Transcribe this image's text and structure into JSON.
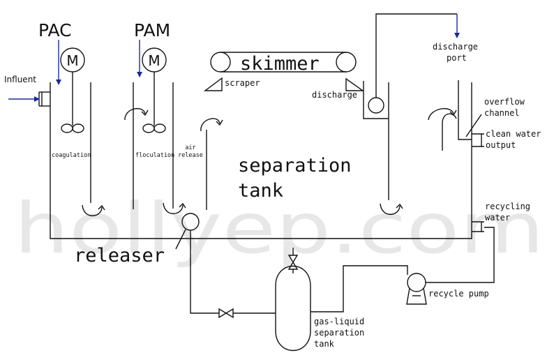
{
  "labels": {
    "pac": "PAC",
    "pam": "PAM",
    "motor": "M",
    "influent": "Influent",
    "skimmer": "skimmer",
    "scraper": "scraper",
    "discharge": "discharge",
    "discharge_port_1": "discharge",
    "discharge_port_2": "port",
    "coagulation": "coagulation",
    "floculation": "floculation",
    "air_release_1": "air",
    "air_release_2": "release",
    "separation_1": "separation",
    "separation_2": "tank",
    "overflow_1": "overflow",
    "overflow_2": "channel",
    "clean_water_1": "clean water",
    "clean_water_2": "output",
    "recycling_1": "recycling",
    "recycling_2": "water",
    "releaser": "releaser",
    "recycle_pump": "recycle pump",
    "gas_liquid_1": "gas-liquid",
    "gas_liquid_2": "separation",
    "gas_liquid_3": "tank"
  },
  "watermark": "hollyep.com",
  "colors": {
    "line": "#111111",
    "feed_arrow": "#1a2a9c",
    "watermark": "#d4d4d4"
  }
}
